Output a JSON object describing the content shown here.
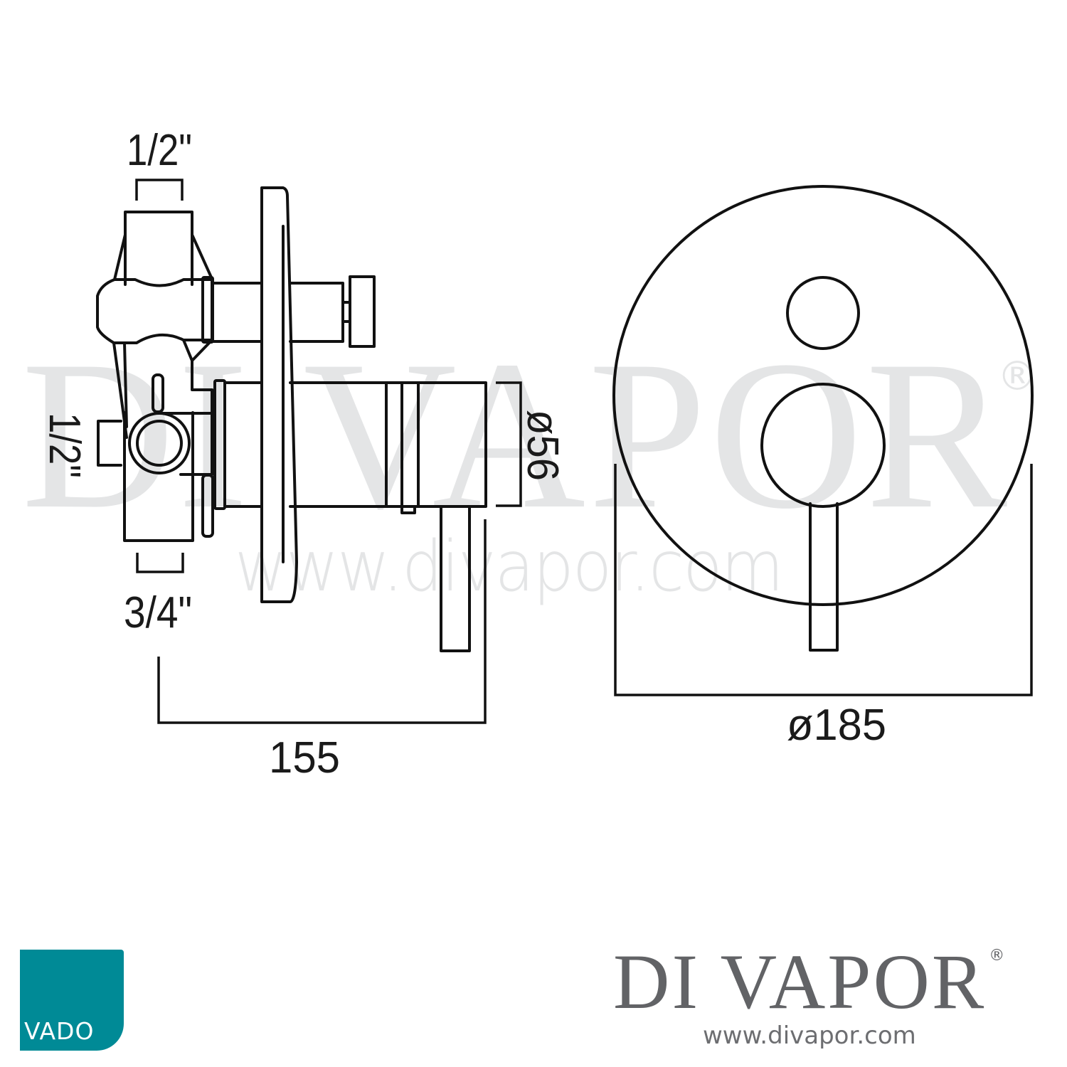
{
  "drawing": {
    "subject": "Concealed manual shower valve with diverter - side and front elevation",
    "side_view": {
      "dimensions": {
        "top_inlet": "1/2\"",
        "side_inlet": "1/2\"",
        "bottom_outlet": "3/4\"",
        "body_diameter": "ø56",
        "depth": "155"
      }
    },
    "front_view": {
      "dimensions": {
        "plate_diameter": "ø185"
      }
    }
  },
  "watermark": {
    "brand": "DI VAPOR",
    "reg": "®",
    "url": "www.divapor.com"
  },
  "footer": {
    "manufacturer_logo": {
      "label": "VADO",
      "color": "#008a96"
    },
    "retailer": {
      "name": "DI VAPOR",
      "reg": "®",
      "url": "www.divapor.com",
      "color": "#626366"
    }
  }
}
